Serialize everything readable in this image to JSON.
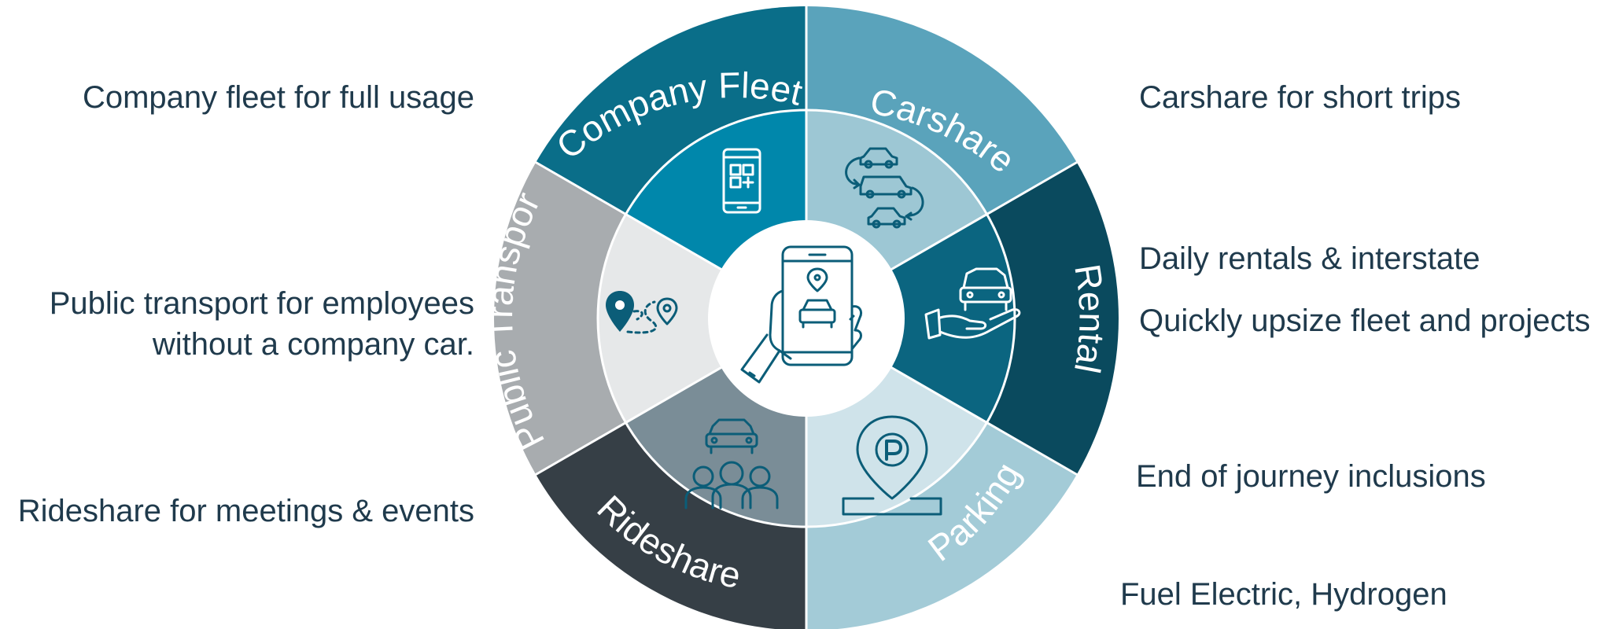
{
  "segments": {
    "company_fleet": {
      "label": "Company Fleet",
      "description": "Company fleet for full usage",
      "icon": "smartphone-apps-icon",
      "outer_color": "#0a6e89",
      "inner_color": "#0087ab"
    },
    "carshare": {
      "label": "Carshare",
      "description": "Carshare for short trips",
      "icon": "car-cycle-icon",
      "outer_color": "#5aa3bb",
      "inner_color": "#9dc7d4"
    },
    "rental": {
      "label": "Rental",
      "descriptions": [
        "Daily rentals & interstate",
        "Quickly upsize fleet and projects"
      ],
      "icon": "car-on-hand-icon",
      "outer_color": "#0a4a5e",
      "inner_color": "#0b6580"
    },
    "parking": {
      "label": "Parking",
      "descriptions": [
        "End of journey inclusions",
        "Fuel Electric, Hydrogen"
      ],
      "icon": "parking-pin-icon",
      "outer_color": "#a3cbd7",
      "inner_color": "#cfe3ea"
    },
    "rideshare": {
      "label": "Rideshare",
      "description": "Rideshare for meetings & events",
      "icon": "car-people-icon",
      "outer_color": "#363f46",
      "inner_color": "#7a8d97"
    },
    "public_transport": {
      "label": "Public Transport",
      "description_lines": [
        "Public transport for employees",
        "without a company car."
      ],
      "icon": "route-pins-icon",
      "outer_color": "#a8acaf",
      "inner_color": "#e6e8e9"
    }
  },
  "center": {
    "icon": "hand-holding-phone-car-icon"
  },
  "text_color": "#1f3a4c"
}
